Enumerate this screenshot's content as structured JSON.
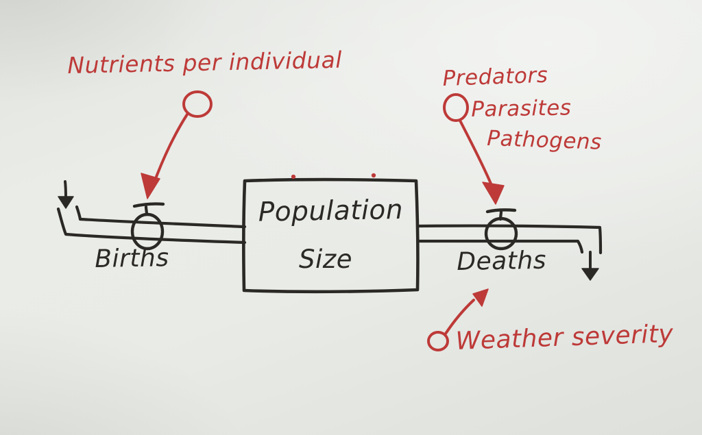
{
  "stock": {
    "line1": "Population",
    "line2": "Size"
  },
  "inflow": {
    "label": "Births"
  },
  "outflow": {
    "label": "Deaths"
  },
  "annotations": {
    "nutrients": "Nutrients per individual",
    "predators_line1": "Predators",
    "predators_line2": "Parasites",
    "predators_line3": "Pathogens",
    "weather": "Weather severity"
  },
  "colors": {
    "ink": "#2b2926",
    "marker": "#bd3a38",
    "paper": "#e8eae6"
  }
}
